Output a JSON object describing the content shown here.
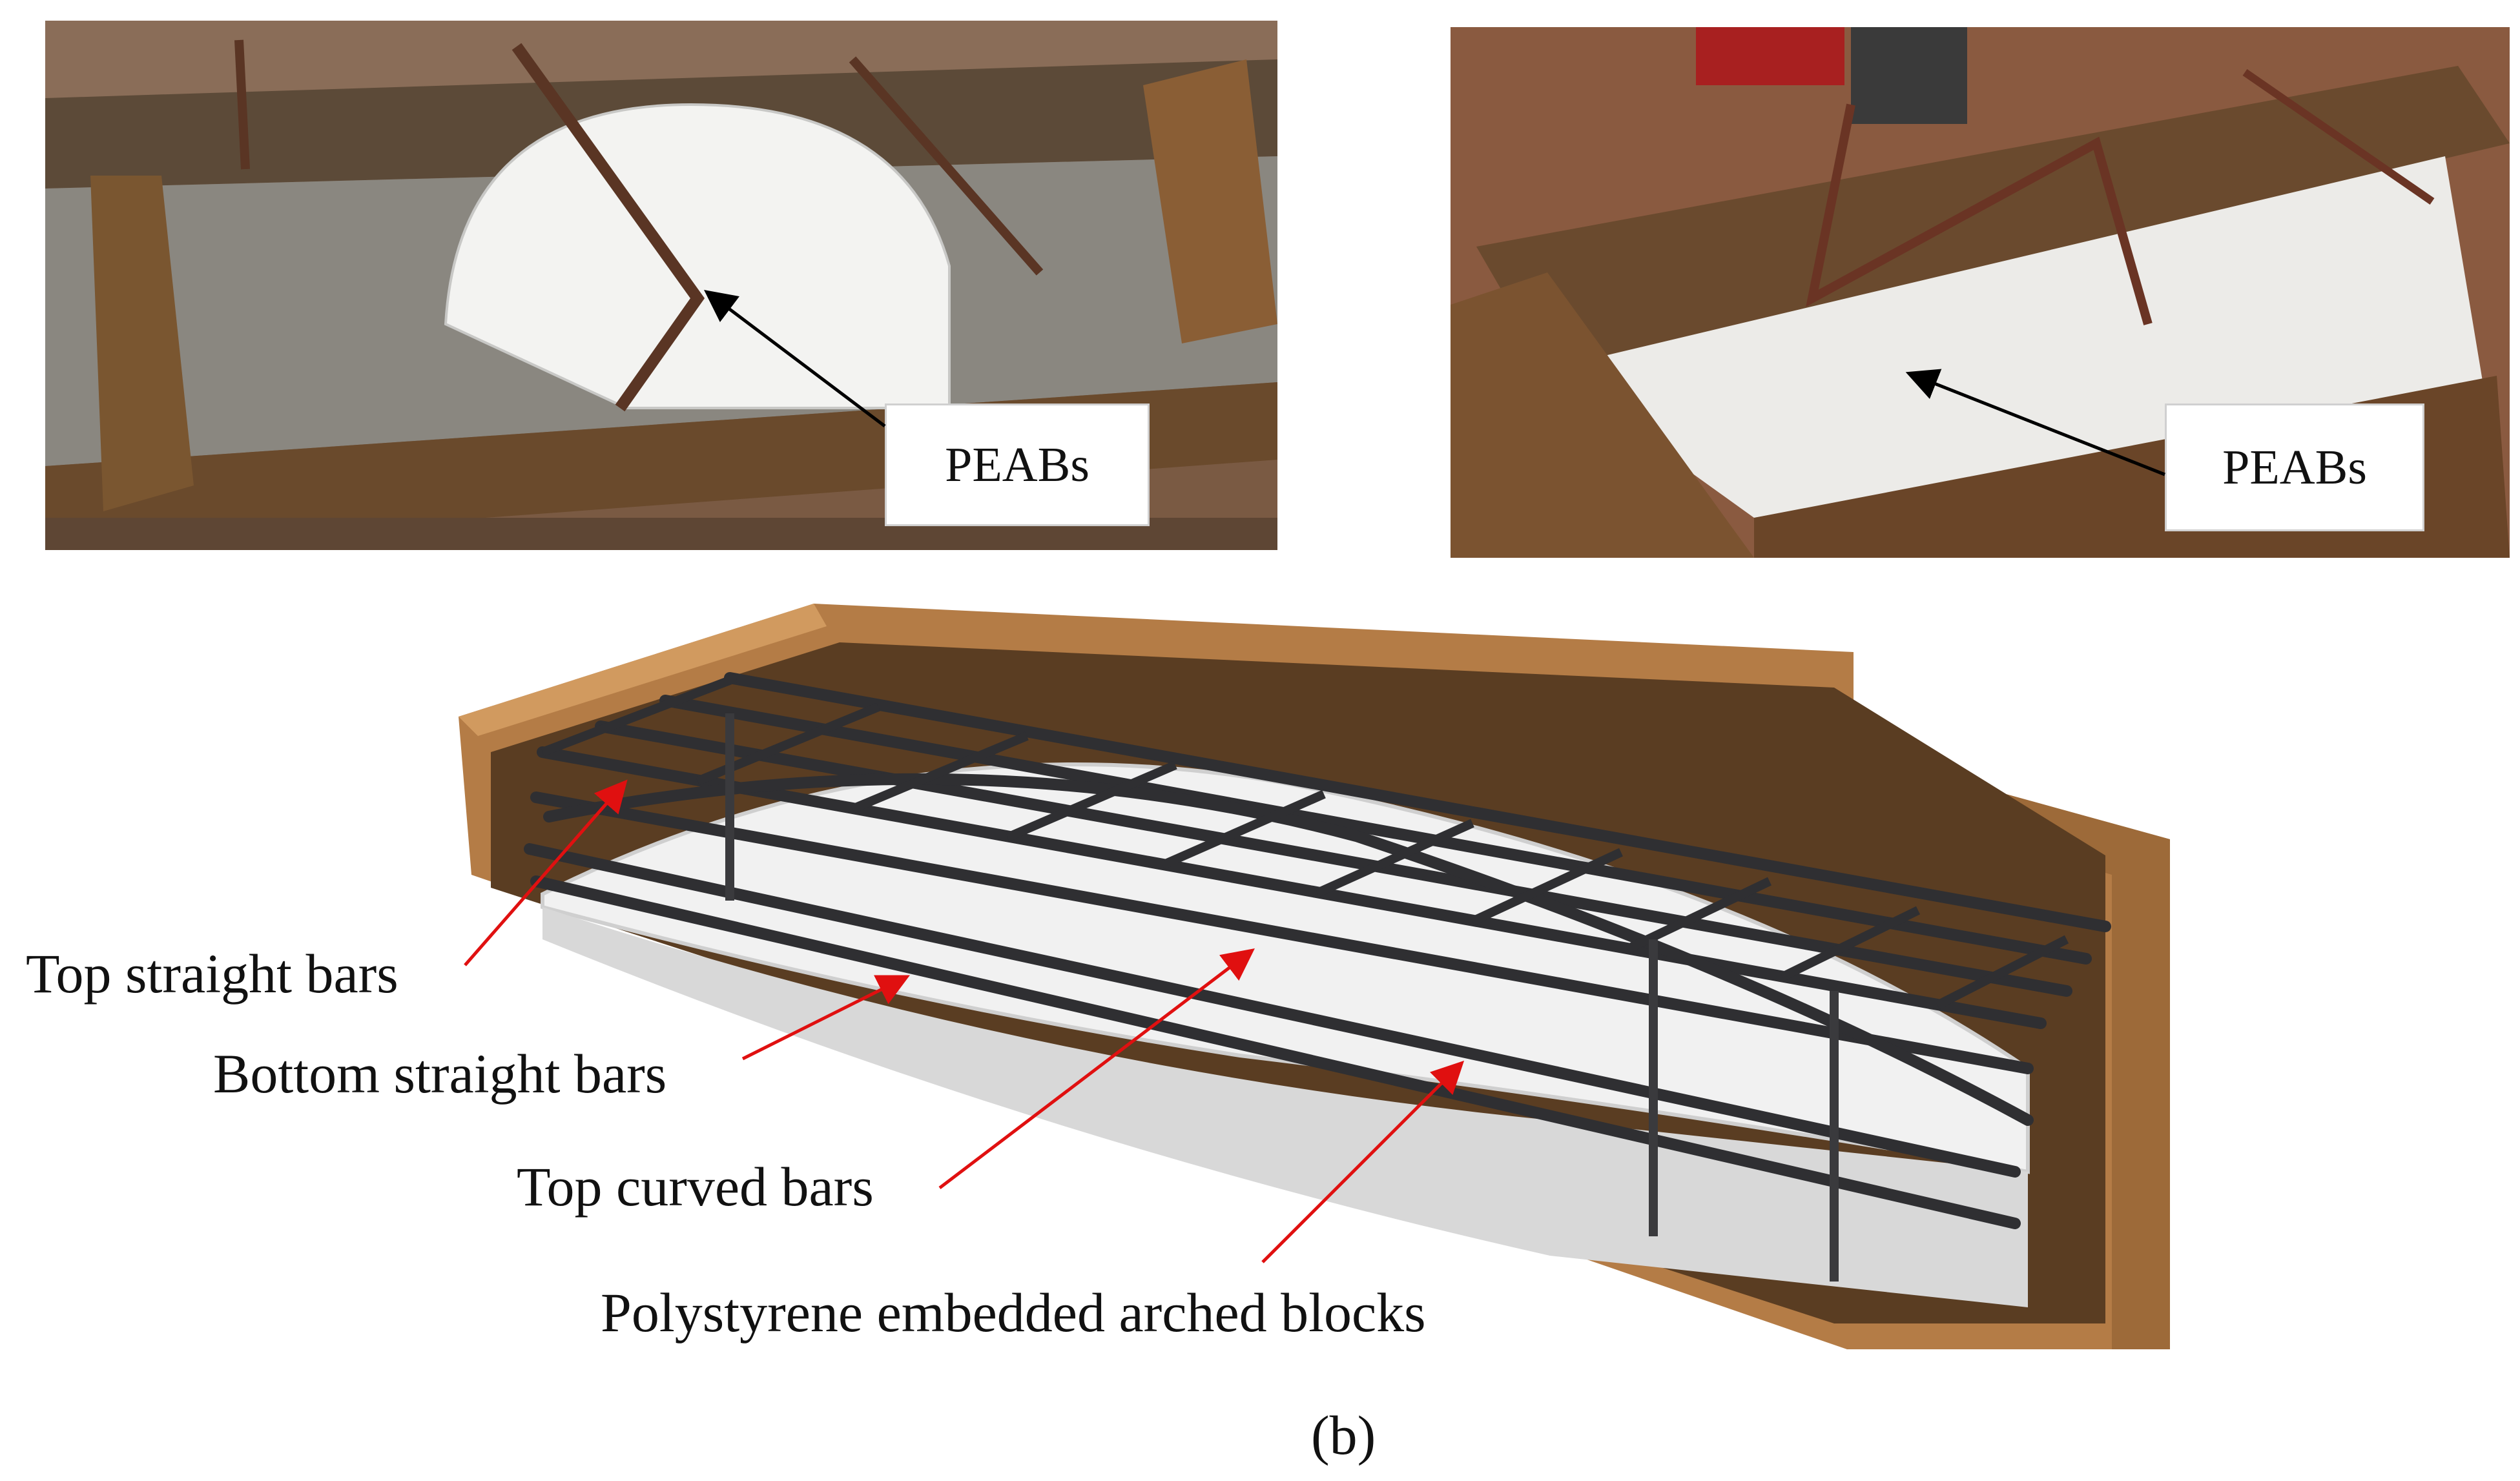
{
  "figure": {
    "photo_left_label": "PEABs",
    "photo_right_label": "PEABs",
    "callouts": {
      "top_straight_bars": "Top straight bars",
      "bottom_straight_bars": "Bottom straight bars",
      "top_curved_bars": "Top curved bars",
      "polystyrene_blocks": "Polystyrene embedded arched blocks"
    },
    "panel_label": "(b)"
  },
  "colors": {
    "arrow_black": "#000000",
    "arrow_red": "#e01010",
    "formwork_wood": "#b07a45",
    "rebar": "#2f2f32",
    "polystyrene": "#f2f2f2"
  },
  "icons": [
    "formwork-photo-left",
    "formwork-photo-right",
    "rebar-cage-render"
  ]
}
